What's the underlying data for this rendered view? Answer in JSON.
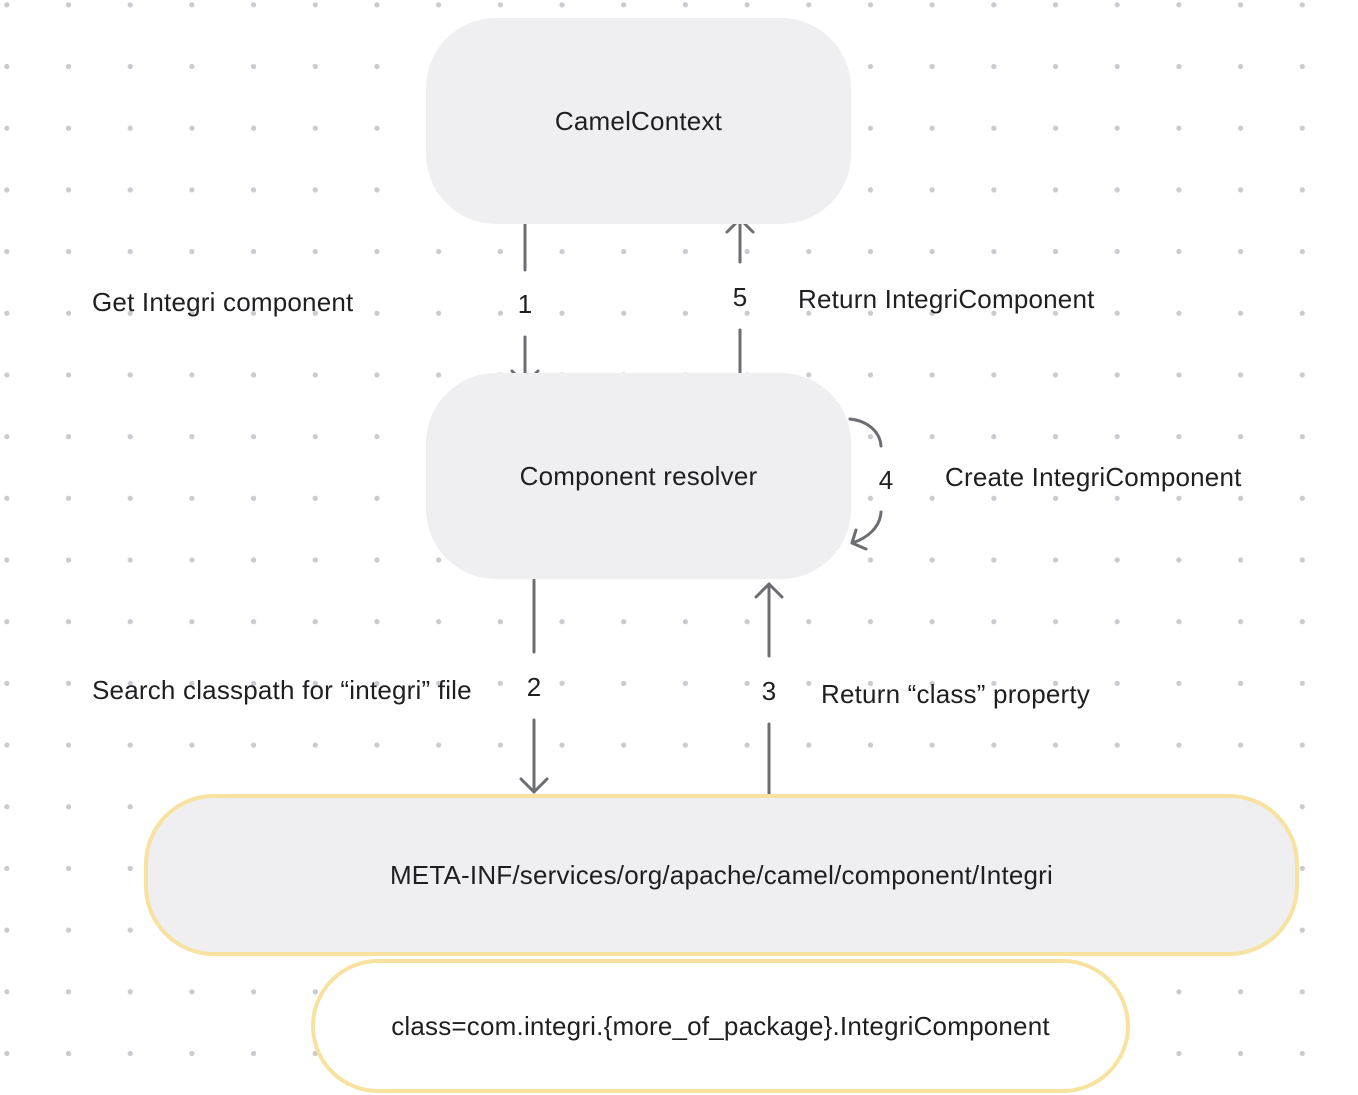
{
  "nodes": {
    "camel_context": "CamelContext",
    "component_resolver": "Component resolver",
    "meta_inf_file": "META-INF/services/org/apache/camel/component/Integri",
    "class_property": "class=com.integri.{more_of_package}.IntegriComponent"
  },
  "steps": [
    {
      "number": "1",
      "label": "Get Integri component"
    },
    {
      "number": "2",
      "label": "Search classpath for “integri” file"
    },
    {
      "number": "3",
      "label": "Return “class” property"
    },
    {
      "number": "4",
      "label": "Create IntegriComponent"
    },
    {
      "number": "5",
      "label": "Return IntegriComponent"
    }
  ],
  "colors": {
    "node_fill": "#efeff1",
    "file_outline": "#f7e2a0",
    "arrow": "#6b6d72",
    "dot_grid": "#c9cbd0"
  }
}
